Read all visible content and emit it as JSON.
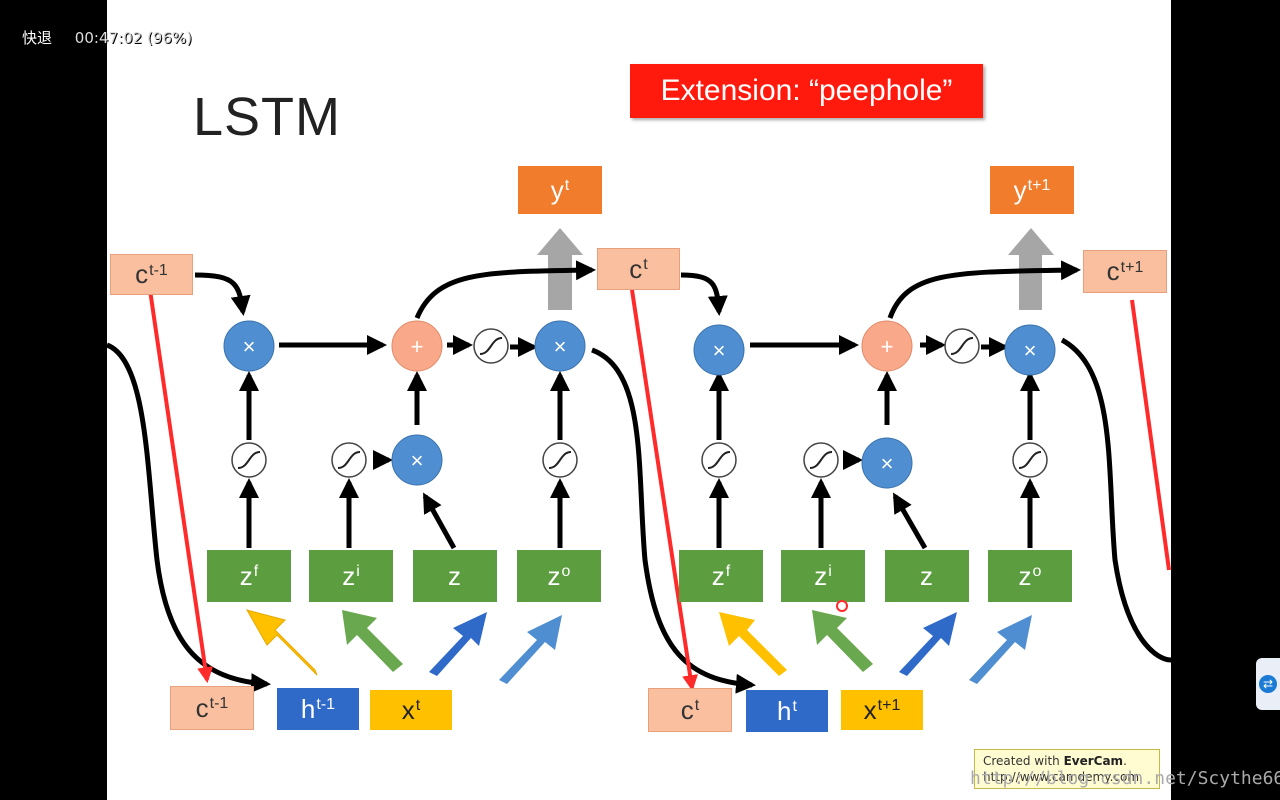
{
  "player": {
    "speed_label": "快退",
    "time": "00:47:02 (96%)"
  },
  "slide": {
    "title": "LSTM",
    "extension": "Extension: “peephole”",
    "labels": {
      "c_prev_top": {
        "base": "c",
        "sup": "t-1"
      },
      "c_mid_top": {
        "base": "c",
        "sup": "t"
      },
      "c_next_top": {
        "base": "c",
        "sup": "t+1"
      },
      "y1": {
        "base": "y",
        "sup": "t"
      },
      "y2": {
        "base": "y",
        "sup": "t+1"
      },
      "zf1": {
        "base": "z",
        "sup": "f"
      },
      "zi1": {
        "base": "z",
        "sup": "i"
      },
      "z1": {
        "base": "z",
        "sup": ""
      },
      "zo1": {
        "base": "z",
        "sup": "o"
      },
      "zf2": {
        "base": "z",
        "sup": "f"
      },
      "zi2": {
        "base": "z",
        "sup": "i"
      },
      "z2": {
        "base": "z",
        "sup": ""
      },
      "zo2": {
        "base": "z",
        "sup": "o"
      },
      "c_in1": {
        "base": "c",
        "sup": "t-1"
      },
      "h_in1": {
        "base": "h",
        "sup": "t-1"
      },
      "x_in1": {
        "base": "x",
        "sup": "t"
      },
      "c_in2": {
        "base": "c",
        "sup": "t"
      },
      "h_in2": {
        "base": "h",
        "sup": "t"
      },
      "x_in2": {
        "base": "x",
        "sup": "t+1"
      }
    },
    "symbols": {
      "multiply": "×",
      "plus": "+"
    },
    "colors": {
      "gate_blue": "#4f8ed1",
      "adder_salmon": "#f9a98a",
      "arrow_red": "#ff2a2a",
      "label_green": "#5c9e3f"
    }
  },
  "evercam": {
    "line1_prefix": "Created with ",
    "brand": "EverCam",
    "line1_suffix": ".",
    "url": "http://www.camdemy.com"
  },
  "watermark": "http://blog.csdn.net/Scythe666",
  "icons": {
    "side_button": "teamviewer-icon",
    "cursor": "cursor-marker-icon"
  }
}
